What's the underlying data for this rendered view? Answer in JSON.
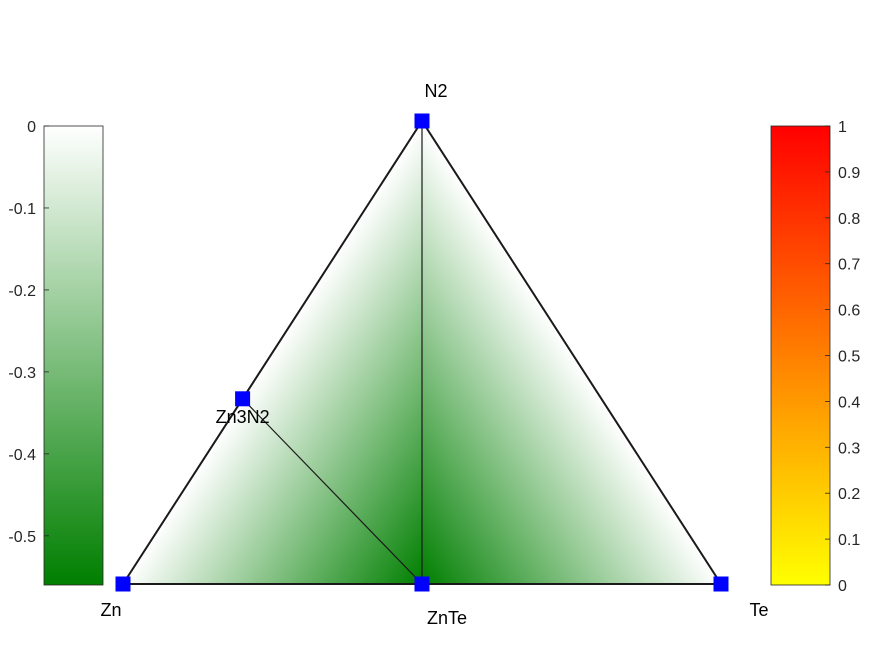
{
  "chart_data": {
    "type": "ternary",
    "vertices": [
      {
        "label": "Zn",
        "composition": [
          1,
          0,
          0
        ]
      },
      {
        "label": "Te",
        "composition": [
          0,
          1,
          0
        ]
      },
      {
        "label": "N2",
        "composition": [
          0,
          0,
          1
        ]
      }
    ],
    "phases": [
      {
        "label": "Zn",
        "composition": [
          1,
          0,
          0
        ],
        "formation_energy": 0
      },
      {
        "label": "Te",
        "composition": [
          0,
          1,
          0
        ],
        "formation_energy": 0
      },
      {
        "label": "N2",
        "composition": [
          0,
          0,
          1
        ],
        "formation_energy": 0
      },
      {
        "label": "ZnTe",
        "composition": [
          0.5,
          0.5,
          0
        ],
        "formation_energy": -0.56
      },
      {
        "label": "Zn3N2",
        "composition": [
          0.6,
          0,
          0.4
        ],
        "formation_energy": -0.34
      }
    ],
    "tie_lines": [
      [
        "Zn3N2",
        "ZnTe"
      ],
      [
        "N2",
        "ZnTe"
      ]
    ],
    "left_colorbar": {
      "ticks": [
        "0",
        "-0.1",
        "-0.2",
        "-0.3",
        "-0.4",
        "-0.5"
      ],
      "tick_values": [
        0,
        -0.1,
        -0.2,
        -0.3,
        -0.4,
        -0.5
      ],
      "range": [
        -0.56,
        0
      ],
      "color_low": "#007f00",
      "color_high": "#ffffff"
    },
    "right_colorbar": {
      "ticks": [
        "0",
        "0.1",
        "0.2",
        "0.3",
        "0.4",
        "0.5",
        "0.6",
        "0.7",
        "0.8",
        "0.9",
        "1"
      ],
      "tick_values": [
        0,
        0.1,
        0.2,
        0.3,
        0.4,
        0.5,
        0.6,
        0.7,
        0.8,
        0.9,
        1
      ],
      "range": [
        0,
        1
      ],
      "color_low": "#ffff00",
      "color_high": "#ff0000"
    },
    "colors": {
      "marker": "#0000ff",
      "edge": "#1a1a1a",
      "fill": "#007f00"
    }
  }
}
